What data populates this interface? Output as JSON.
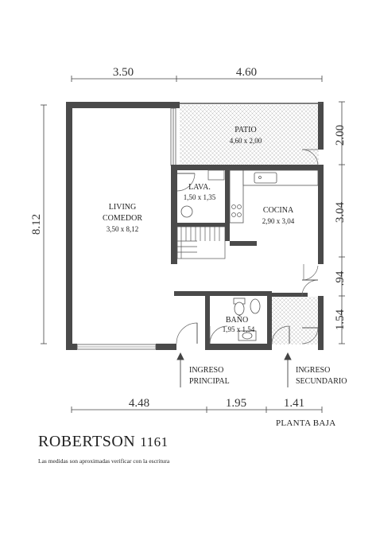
{
  "dimensions": {
    "top": [
      "3.50",
      "4.60"
    ],
    "left": "8.12",
    "right": [
      "2.00",
      "3.04",
      ".94",
      "1.54"
    ],
    "bottom": [
      "4.48",
      "1.95",
      "1.41"
    ]
  },
  "rooms": {
    "living": {
      "name_line1": "LIVING",
      "name_line2": "COMEDOR",
      "size": "3,50 x 8,12"
    },
    "patio": {
      "name": "PATIO",
      "size": "4,60 x 2,00"
    },
    "lava": {
      "name": "LAVA.",
      "size": "1,50 x 1,35"
    },
    "cocina": {
      "name": "COCINA",
      "size": "2,90 x 3,04"
    },
    "bano": {
      "name": "BAÑO",
      "size": "1,95 x 1,54"
    }
  },
  "entrances": {
    "principal": {
      "line1": "INGRESO",
      "line2": "PRINCIPAL"
    },
    "secundario": {
      "line1": "INGRESO",
      "line2": "SECUNDARIO"
    }
  },
  "plan_label": "PLANTA BAJA",
  "title": {
    "name": "ROBERTSON",
    "number": "1161"
  },
  "note": "Las medidas son aproximadas verificar con la escritura"
}
